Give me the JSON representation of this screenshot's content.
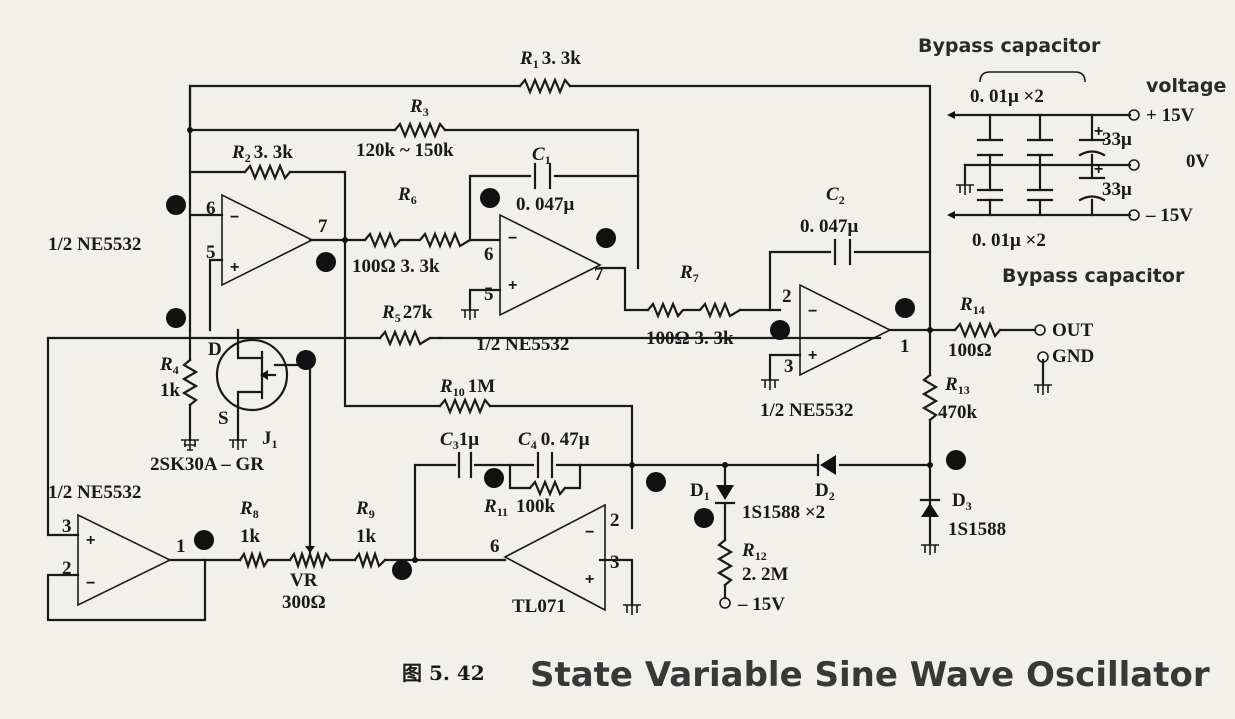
{
  "caption": {
    "figure_no": "图 5. 42",
    "title": "State Variable Sine Wave Oscillator"
  },
  "annotations": {
    "bypass_top": "Bypass capacitor",
    "bypass_bottom": "Bypass capacitor",
    "voltage": "voltage"
  },
  "power": {
    "cap_top": "0. 01μ ×2",
    "cap_bottom": "0. 01μ ×2",
    "plus": "+ 15V",
    "zero": "0V",
    "minus": "– 15V",
    "elec_top": "33μ",
    "elec_bottom": "33μ"
  },
  "components": {
    "R1": {
      "name": "R",
      "sub": "1",
      "value": "3. 3k"
    },
    "R2": {
      "name": "R",
      "sub": "2",
      "value": "3. 3k"
    },
    "R3": {
      "name": "R",
      "sub": "3",
      "value": "120k ~ 150k"
    },
    "R4": {
      "name": "R",
      "sub": "4",
      "value": "1k"
    },
    "R5": {
      "name": "R",
      "sub": "5",
      "value": "27k"
    },
    "R6": {
      "name": "R",
      "sub": "6",
      "value": "100Ω 3. 3k"
    },
    "R7": {
      "name": "R",
      "sub": "7",
      "value": "100Ω 3. 3k"
    },
    "R8": {
      "name": "R",
      "sub": "8",
      "value": "1k"
    },
    "R9": {
      "name": "R",
      "sub": "9",
      "value": "1k"
    },
    "R10": {
      "name": "R",
      "sub": "10",
      "value": "1M"
    },
    "R11": {
      "name": "R",
      "sub": "11",
      "value": "100k"
    },
    "R12": {
      "name": "R",
      "sub": "12",
      "value": "2. 2M"
    },
    "R13": {
      "name": "R",
      "sub": "13",
      "value": "470k"
    },
    "R14": {
      "name": "R",
      "sub": "14",
      "value": "100Ω"
    },
    "C1": {
      "name": "C",
      "sub": "1",
      "value": "0. 047μ"
    },
    "C2": {
      "name": "C",
      "sub": "2",
      "value": "0. 047μ"
    },
    "C3": {
      "name": "C",
      "sub": "3",
      "value": "1μ"
    },
    "C4": {
      "name": "C",
      "sub": "4",
      "value": "0. 47μ"
    },
    "D1": {
      "name": "D",
      "sub": "1",
      "value": "1S1588 ×2"
    },
    "D2": {
      "name": "D",
      "sub": "2"
    },
    "D3": {
      "name": "D",
      "sub": "3",
      "value": "1S1588"
    },
    "J1": {
      "name": "J",
      "sub": "1",
      "part": "2SK30A – GR",
      "drain": "D",
      "source": "S"
    },
    "VR": {
      "name": "VR",
      "value": "300Ω"
    },
    "minus_supply": "– 15V"
  },
  "opamps": {
    "u1": {
      "label": "1/2 NE5532",
      "pin_inv": "6",
      "pin_non": "5",
      "pin_out": "7",
      "color": "#e8157e"
    },
    "u2": {
      "label": "1/2 NE5532",
      "pin_inv": "6",
      "pin_non": "5",
      "pin_out": "7",
      "color": "#27e07a"
    },
    "u3": {
      "label": "1/2 NE5532",
      "pin_inv": "2",
      "pin_non": "3",
      "pin_out": "1",
      "color": "#27e07a"
    },
    "u4": {
      "label": "1/2 NE5532",
      "pin_non": "3",
      "pin_inv": "2",
      "pin_out": "1",
      "color": "#e8157e"
    },
    "u5": {
      "label": "TL071",
      "pin_inv": "2",
      "pin_non": "3",
      "pin_out": "6",
      "color": "#1c5fe6"
    }
  },
  "terminals": {
    "out": "OUT",
    "gnd": "GND"
  }
}
